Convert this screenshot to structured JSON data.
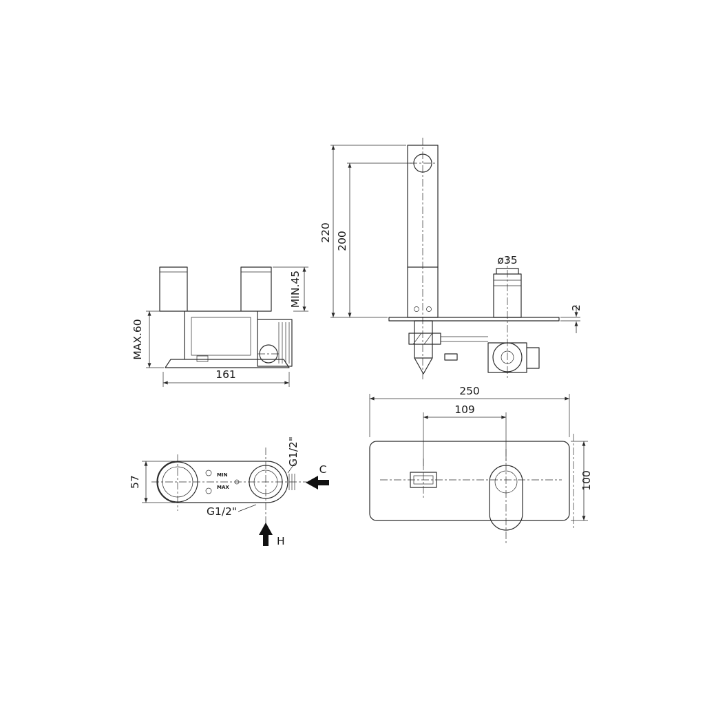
{
  "colors": {
    "background": "#ffffff",
    "line": "#2b2b2b",
    "text": "#1a1a1a"
  },
  "views": {
    "spout": {
      "dims": {
        "reach_max": "220",
        "reach_min": "200",
        "handle_diameter": "ø35",
        "plate_thickness": "2"
      }
    },
    "body_side": {
      "dims": {
        "max_depth": "MAX.60",
        "min_depth": "MIN.45",
        "width": "161"
      }
    },
    "body_plan": {
      "dims": {
        "depth": "57",
        "thread_top": "G1/2\"",
        "thread_bottom": "G1/2\"",
        "cold": "C",
        "hot": "H",
        "min": "MIN",
        "max": "MAX"
      }
    },
    "plate_front": {
      "dims": {
        "width": "250",
        "centre_distance": "109",
        "height": "100"
      }
    }
  }
}
